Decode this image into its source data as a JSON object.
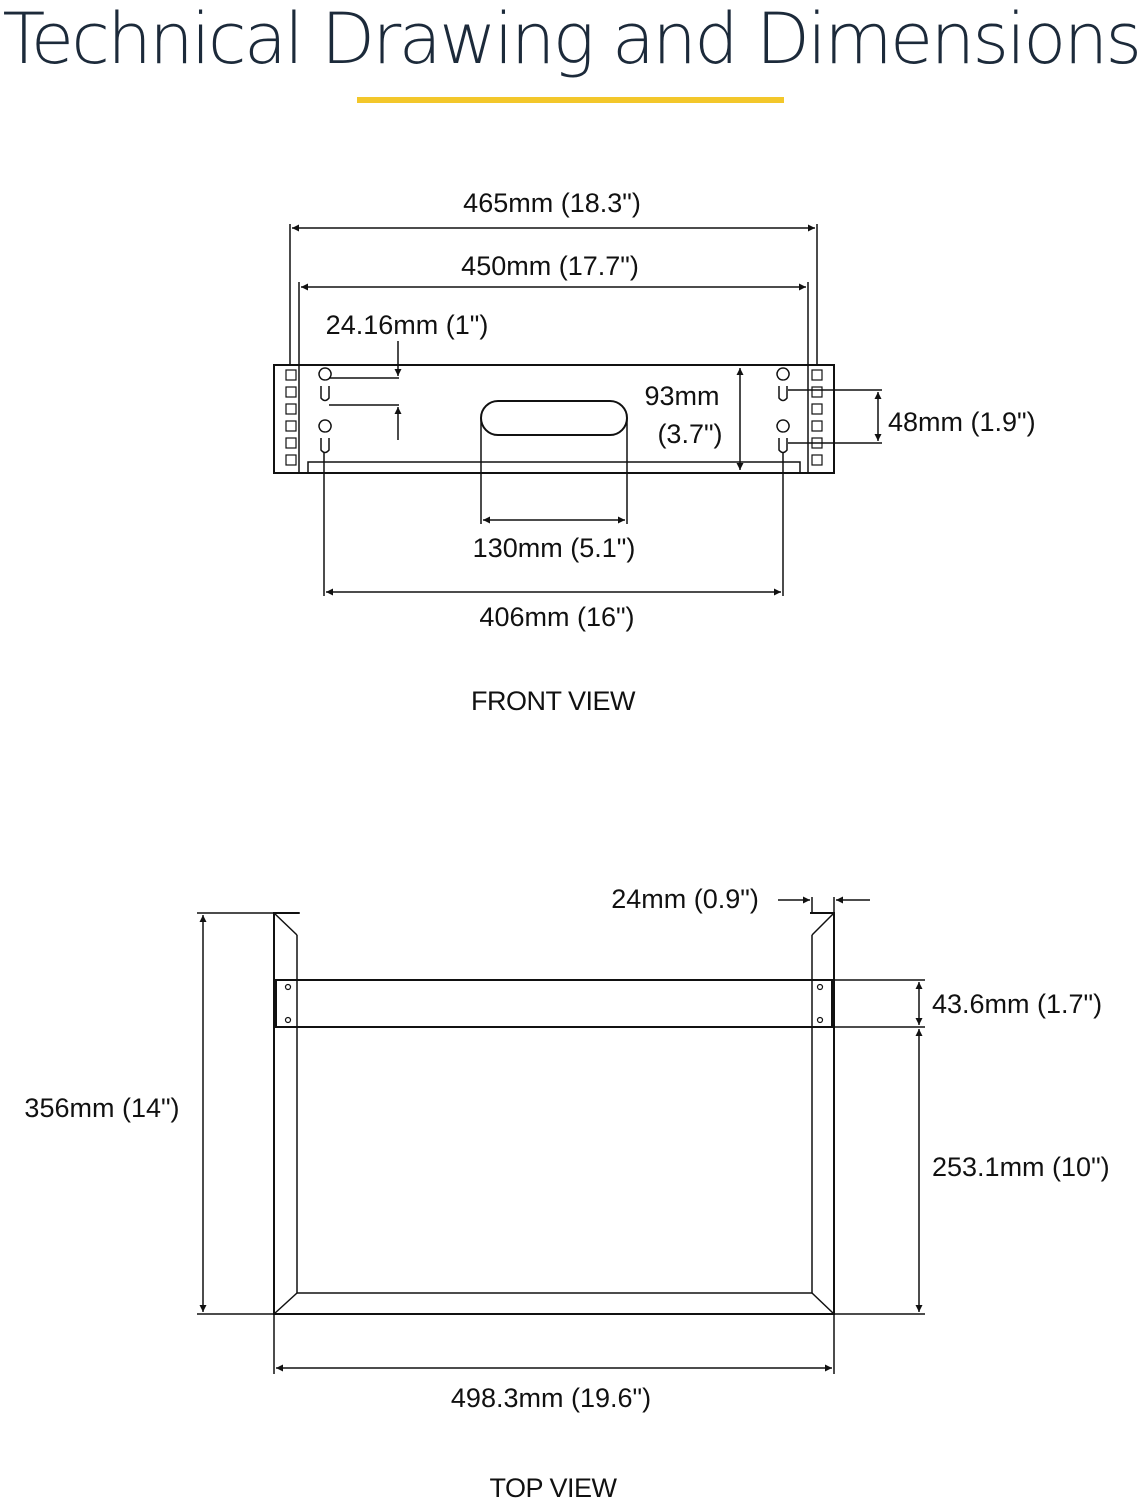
{
  "title": "Technical Drawing and Dimensions",
  "accent_color": "#f3c72a",
  "front_view": {
    "caption": "FRONT VIEW",
    "dim_overall_width": "465mm (18.3\")",
    "dim_rail_spacing": "450mm (17.7\")",
    "dim_slot_offset": "24.16mm (1\")",
    "dim_height_mm": "93mm",
    "dim_height_in": "(3.7\")",
    "dim_hole_vertical": "48mm (1.9\")",
    "dim_handle_width": "130mm (5.1\")",
    "dim_hole_horizontal": "406mm (16\")"
  },
  "top_view": {
    "caption": "TOP VIEW",
    "dim_flange": "24mm (0.9\")",
    "dim_plate_depth": "43.6mm (1.7\")",
    "dim_total_depth": "356mm (14\")",
    "dim_inner_depth": "253.1mm (10\")",
    "dim_total_width": "498.3mm (19.6\")"
  }
}
